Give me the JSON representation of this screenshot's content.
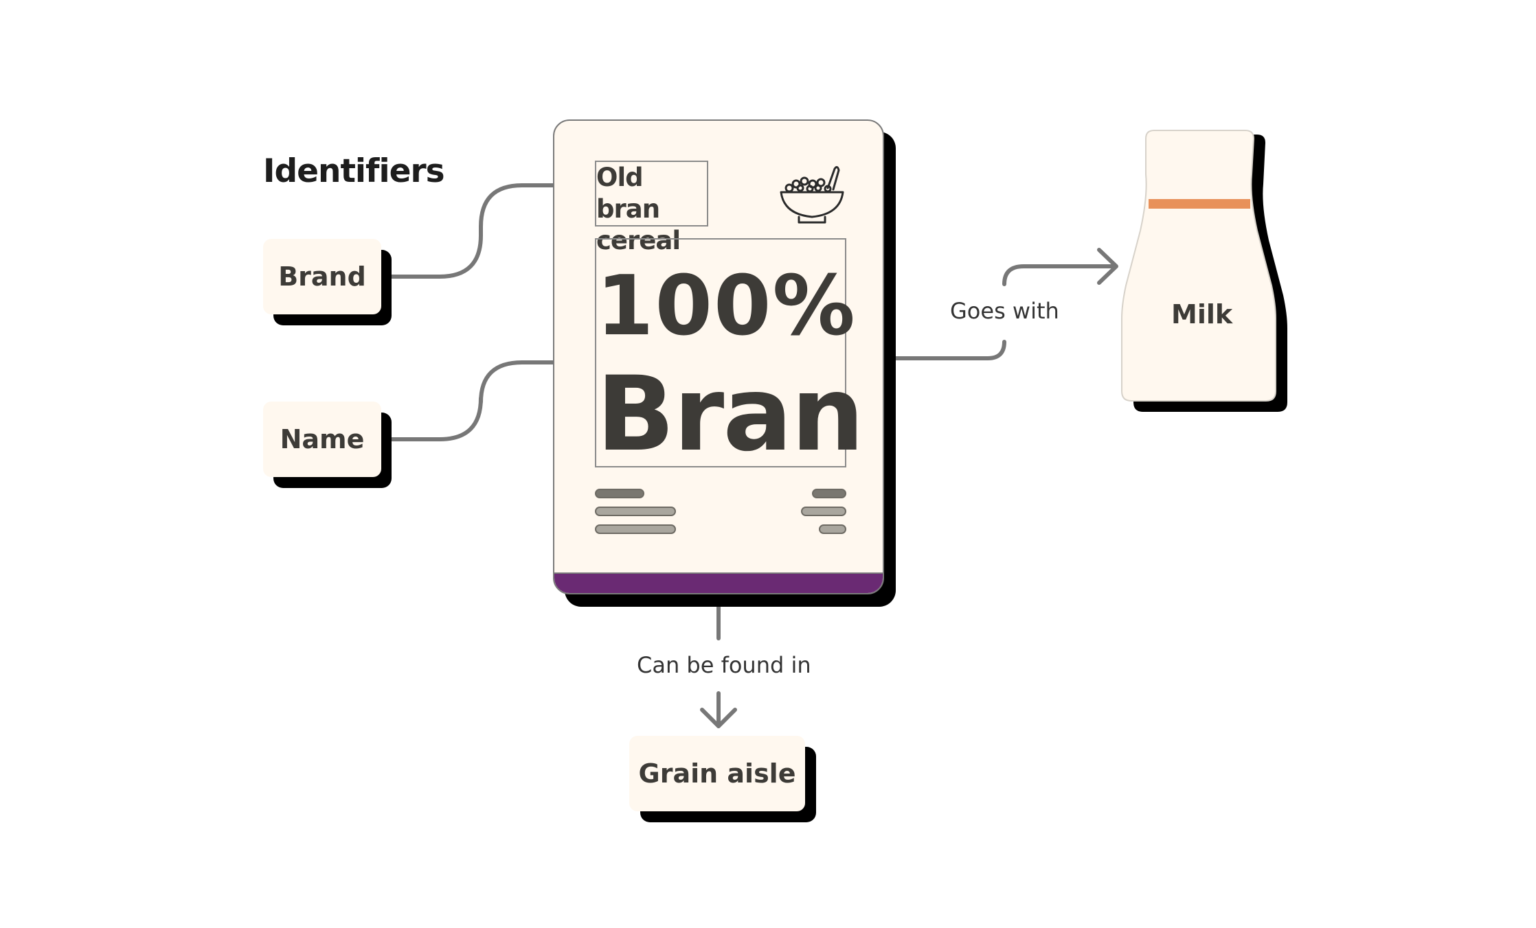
{
  "heading": "Identifiers",
  "identifiers": [
    {
      "label": "Brand"
    },
    {
      "label": "Name"
    }
  ],
  "product": {
    "brand": "Old bran cereal",
    "name_line1": "100%",
    "name_line2": "Bran",
    "icon": "cereal-bowl-icon",
    "stripe_color": "#6a2a73"
  },
  "relations": {
    "goes_with": "Goes with",
    "found_in": "Can be found in"
  },
  "targets": {
    "milk": "Milk",
    "aisle": "Grain aisle"
  },
  "colors": {
    "card_fill": "#fff8ef",
    "connector": "#777777",
    "milk_band": "#e8915a"
  }
}
